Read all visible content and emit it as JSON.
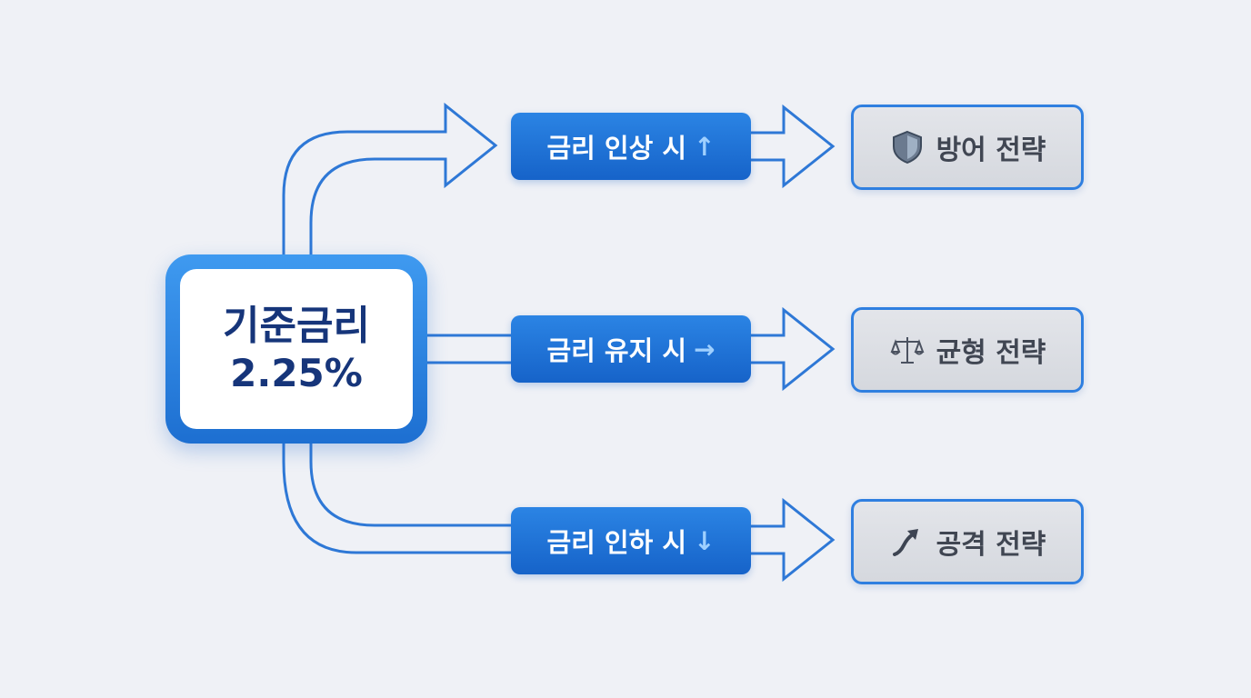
{
  "center": {
    "title": "기준금리",
    "value": "2.25%"
  },
  "conditions": [
    {
      "label": "금리 인상 시",
      "arrow": "↑"
    },
    {
      "label": "금리 유지 시",
      "arrow": "→"
    },
    {
      "label": "금리 인하 시",
      "arrow": "↓"
    }
  ],
  "strategies": [
    {
      "label": "방어 전략",
      "icon": "shield-icon"
    },
    {
      "label": "균형 전략",
      "icon": "scale-icon"
    },
    {
      "label": "공격 전략",
      "icon": "trend-up-icon"
    }
  ],
  "colors": {
    "background": "#eff1f6",
    "primary": "#1d6fd1",
    "connector": "#2e78d6",
    "center_text": "#16357a",
    "strategy_fill": "#dcdfe5",
    "strategy_text": "#404652"
  }
}
